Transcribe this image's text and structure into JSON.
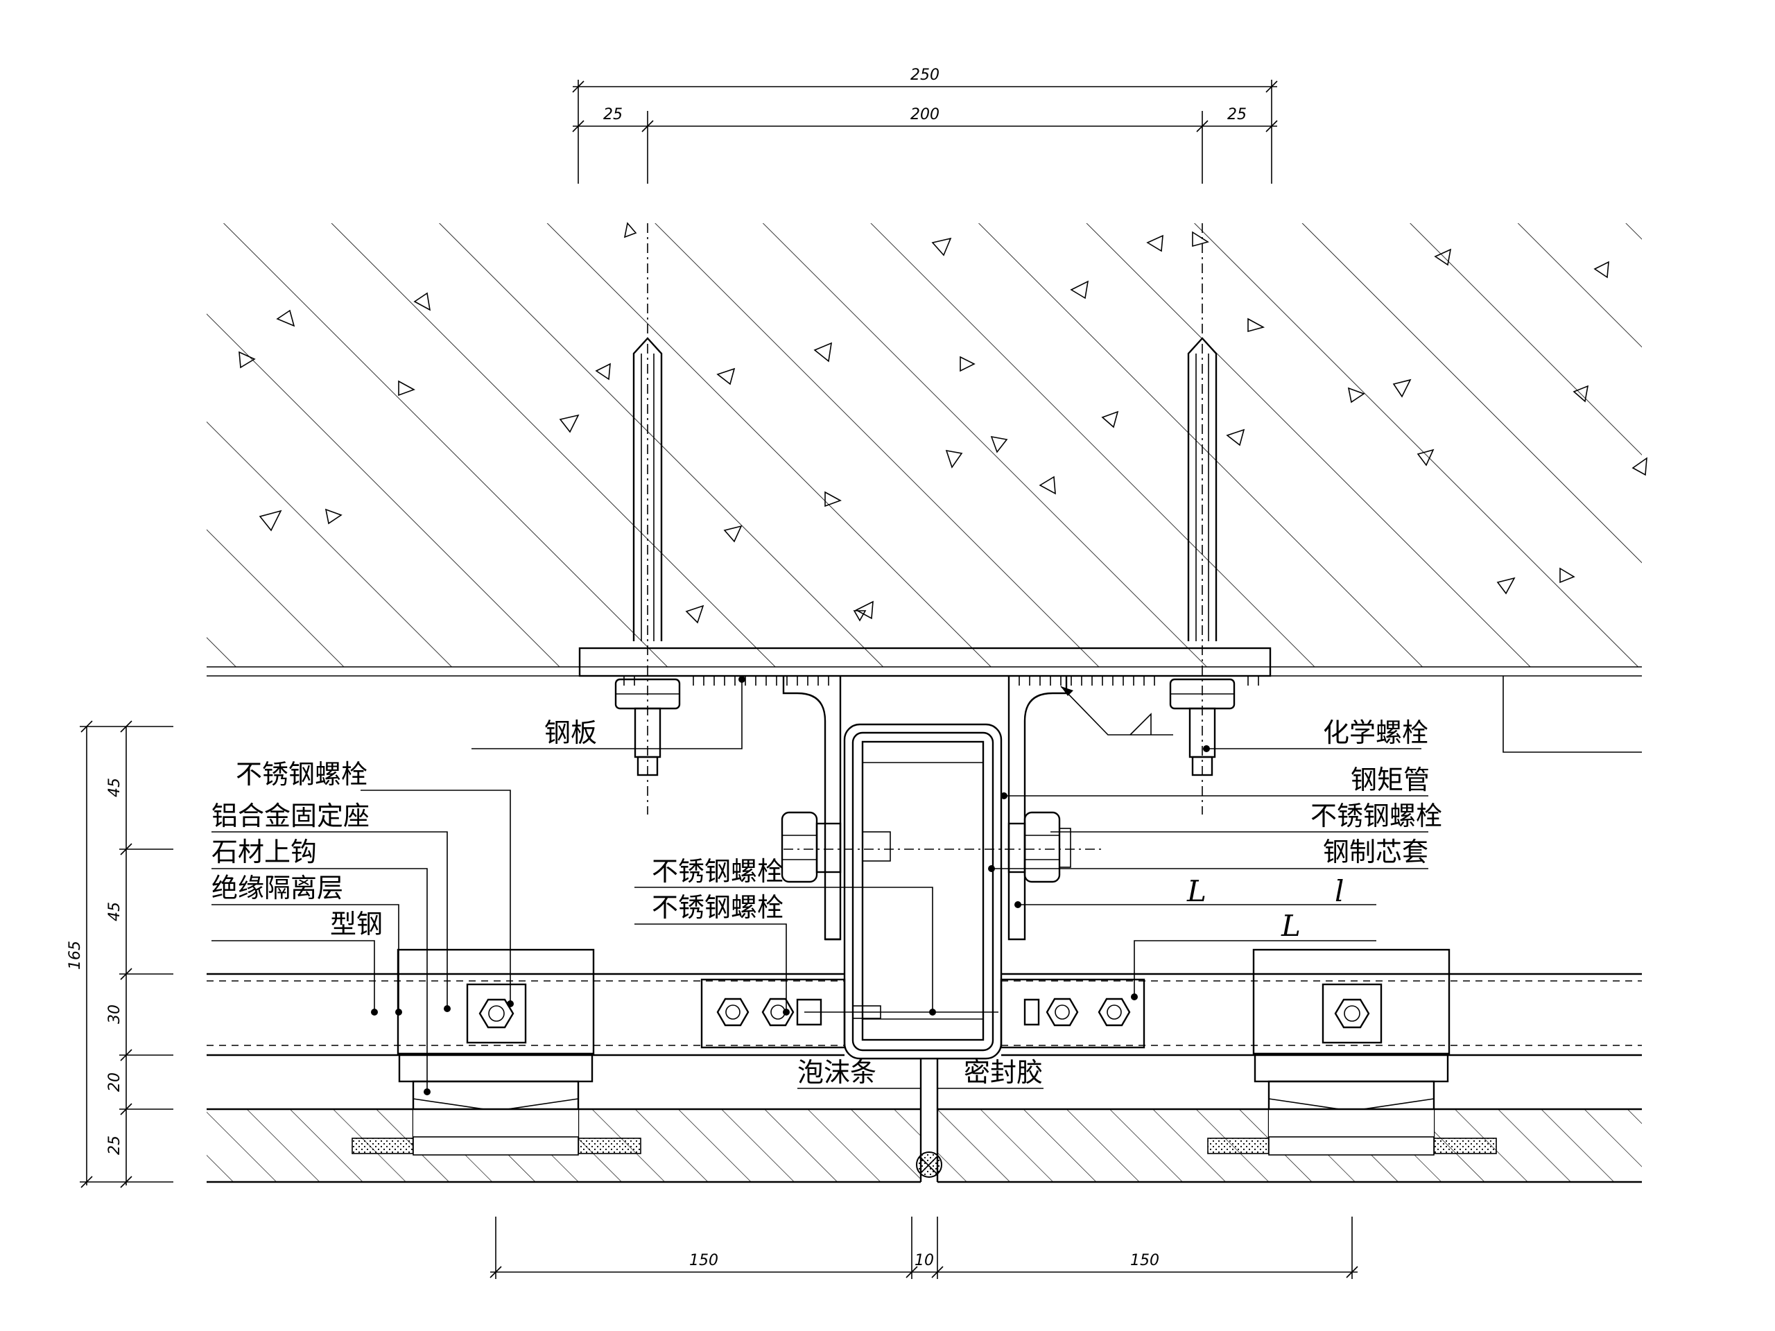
{
  "dimensions": {
    "top_total": "250",
    "top_left": "25",
    "top_mid": "200",
    "top_right": "25",
    "left_1": "45",
    "left_2": "45",
    "left_3": "30",
    "left_4": "20",
    "left_5": "25",
    "left_total": "165",
    "bottom_left": "150",
    "bottom_mid": "10",
    "bottom_right": "150"
  },
  "labels": {
    "steel_plate": "钢板",
    "chemical_bolt": "化学螺栓",
    "steel_tube": "钢矩管",
    "ss_bolt_right": "不锈钢螺栓",
    "steel_sleeve": "钢制芯套",
    "ss_bolt_left_top": "不锈钢螺栓",
    "alu_seat": "铝合金固定座",
    "stone_hook": "石材上钩",
    "insulation": "绝缘隔离层",
    "section_steel": "型钢",
    "ss_bolt_mid_1": "不锈钢螺栓",
    "ss_bolt_mid_2": "不锈钢螺栓",
    "foam_strip": "泡沫条",
    "sealant": "密封胶",
    "angle_symbol_1": "L",
    "angle_symbol_2": "l",
    "angle_symbol_3": "L"
  }
}
